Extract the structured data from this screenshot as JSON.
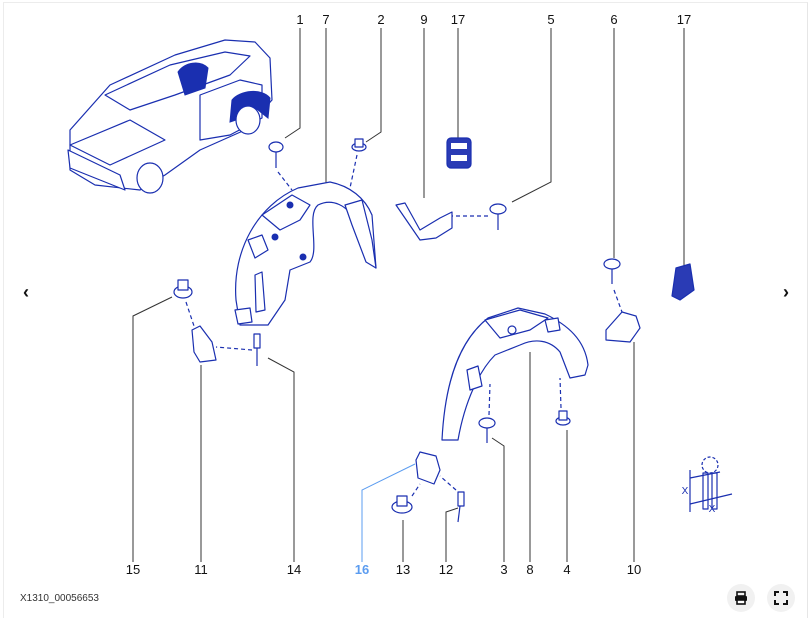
{
  "diagram": {
    "reference_code": "X1310_00056653",
    "highlighted_part": "16",
    "callouts": [
      {
        "id": "c1",
        "label": "1"
      },
      {
        "id": "c7",
        "label": "7"
      },
      {
        "id": "c2",
        "label": "2"
      },
      {
        "id": "c9",
        "label": "9"
      },
      {
        "id": "c17a",
        "label": "17"
      },
      {
        "id": "c5",
        "label": "5"
      },
      {
        "id": "c6",
        "label": "6"
      },
      {
        "id": "c17b",
        "label": "17"
      },
      {
        "id": "c15",
        "label": "15"
      },
      {
        "id": "c11",
        "label": "11"
      },
      {
        "id": "c14",
        "label": "14"
      },
      {
        "id": "c16",
        "label": "16"
      },
      {
        "id": "c13",
        "label": "13"
      },
      {
        "id": "c12",
        "label": "12"
      },
      {
        "id": "c3",
        "label": "3"
      },
      {
        "id": "c8",
        "label": "8"
      },
      {
        "id": "c4",
        "label": "4"
      },
      {
        "id": "c10",
        "label": "10"
      }
    ],
    "torque_symbol_labels": [
      "X",
      "X"
    ],
    "colors": {
      "part_line": "#1a2fb0",
      "highlight": "#5b9cf0",
      "leader": "#333333"
    }
  },
  "navigation": {
    "prev_icon": "chevron-left-icon",
    "next_icon": "chevron-right-icon",
    "prev": "‹",
    "next": "›"
  },
  "toolbar": {
    "print_icon": "printer-icon",
    "fullscreen_icon": "fullscreen-icon"
  }
}
